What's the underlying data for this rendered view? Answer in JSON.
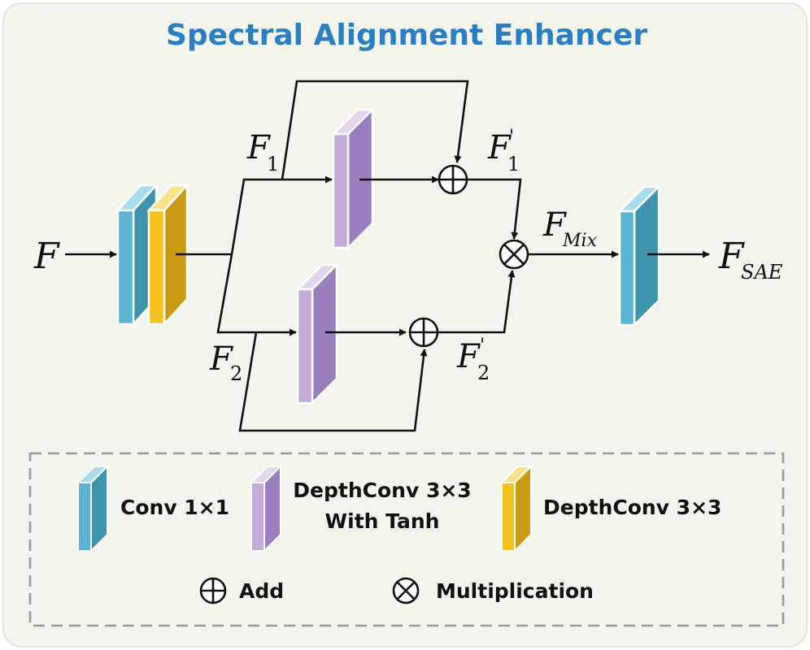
{
  "title": "Spectral Alignment Enhancer",
  "labels": {
    "input": "F",
    "f1_base": "F",
    "f1_sub": "1",
    "f2_base": "F",
    "f2_sub": "2",
    "f1p_base": "F",
    "f1p_sub": "1",
    "f1p_prime": "'",
    "f2p_base": "F",
    "f2p_sub": "2",
    "f2p_prime": "'",
    "mix_base": "F",
    "mix_sub": "Mix",
    "out_base": "F",
    "out_sub": "SAE"
  },
  "legend": {
    "conv1x1": "Conv 1×1",
    "depthconv_tanh_line1": "DepthConv 3×3",
    "depthconv_tanh_line2": "With Tanh",
    "depthconv": "DepthConv 3×3",
    "add": "Add",
    "multiplication": "Multiplication"
  },
  "colors": {
    "conv1x1_front": "#5bb4d4",
    "conv1x1_side": "#3e93ad",
    "conv1x1_top": "#a6dcec",
    "tanh_front": "#c3acd9",
    "tanh_side": "#9a7fbe",
    "tanh_top": "#e2d6ee",
    "depth_front": "#f5c21d",
    "depth_side": "#c99b14",
    "depth_top": "#fbe38c",
    "title": "#2a7fc4",
    "background": "#f3f5ec"
  }
}
